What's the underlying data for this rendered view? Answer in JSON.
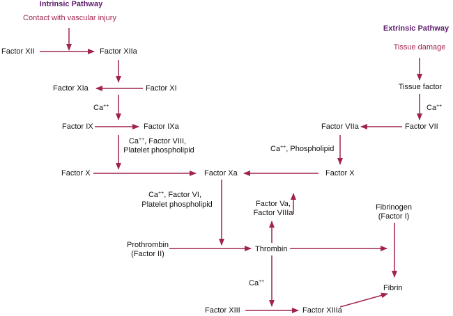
{
  "intrinsic": {
    "title": "Intrinsic Pathway",
    "trigger": "Contact with vascular injury",
    "factor_xii": "Factor XII",
    "factor_xiia": "Factor XIIa",
    "factor_xi": "Factor XI",
    "factor_xia": "Factor XIa",
    "ca_label": "Ca",
    "factor_ix": "Factor IX",
    "factor_ixa": "Factor IXa",
    "cofactor_line1_post": ", Factor VIII,",
    "cofactor_line2": "Platelet phospholipid",
    "factor_x": "Factor X"
  },
  "extrinsic": {
    "title": "Extrinsic Pathway",
    "trigger": "Tissue damage",
    "tissue_factor": "Tissue factor",
    "ca_label": "Ca",
    "factor_vii": "Factor VII",
    "factor_viia": "Factor VIIa",
    "phospholipid_post": ", Phospholipid",
    "factor_x": "Factor X"
  },
  "common": {
    "factor_xa": "Factor Xa",
    "cofactor_line1_post": ", Factor VI,",
    "cofactor_line2": "Platelet phospholipid",
    "factor_va_line1": "Factor Va,",
    "factor_va_line2": "Factor VIIIa",
    "prothrombin_line1": "Prothrombin",
    "prothrombin_line2": "(Factor II)",
    "thrombin": "Thrombin",
    "fibrinogen_line1": "Fibrinogen",
    "fibrinogen_line2": "(Factor I)",
    "fibrin": "Fibrin",
    "ca_label": "Ca",
    "factor_xiii": "Factor XIII",
    "factor_xiiia": "Factor XIIIa"
  },
  "superscript": "++",
  "colors": {
    "arrow": "#a0244e",
    "header": "#5c1a6b",
    "trigger": "#a0244e",
    "text": "#111111"
  }
}
